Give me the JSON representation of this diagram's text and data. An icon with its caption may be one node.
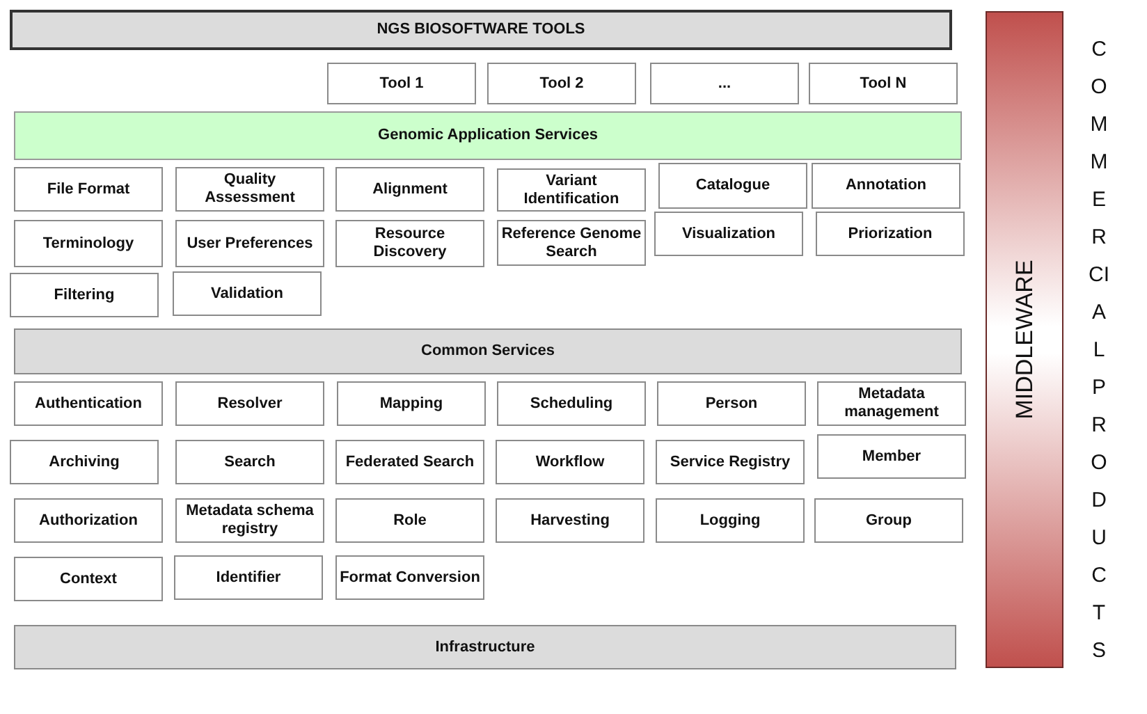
{
  "diagram": {
    "nodes": [
      {
        "text": [
          "NGS BIOSOFTWARE TOOLS"
        ]
      },
      {
        "text": [
          "Tool 1"
        ]
      },
      {
        "text": [
          "Tool 2"
        ]
      },
      {
        "text": [
          "..."
        ]
      },
      {
        "text": [
          "Tool N"
        ]
      },
      {
        "text": [
          "Genomic Application Services"
        ]
      },
      {
        "text": [
          "File Format"
        ]
      },
      {
        "text": [
          "Quality Assessment"
        ]
      },
      {
        "text": [
          "Alignment"
        ]
      },
      {
        "text": [
          "Variant Identification"
        ]
      },
      {
        "text": [
          "Catalogue"
        ]
      },
      {
        "text": [
          "Annotation"
        ]
      },
      {
        "text": [
          "Terminology"
        ]
      },
      {
        "text": [
          "User Preferences"
        ]
      },
      {
        "text": [
          "Resource Discovery"
        ]
      },
      {
        "text": [
          "Reference Genome Search"
        ]
      },
      {
        "text": [
          "Visualization"
        ]
      },
      {
        "text": [
          "Priorization"
        ]
      },
      {
        "text": [
          "Filtering"
        ]
      },
      {
        "text": [
          "Validation"
        ]
      },
      {
        "text": [
          "Common Services"
        ]
      },
      {
        "text": [
          "Authentication"
        ]
      },
      {
        "text": [
          "Resolver"
        ]
      },
      {
        "text": [
          "Mapping"
        ]
      },
      {
        "text": [
          "Scheduling"
        ]
      },
      {
        "text": [
          "Person"
        ]
      },
      {
        "text": [
          "Metadata management"
        ]
      },
      {
        "text": [
          "Archiving"
        ]
      },
      {
        "text": [
          "Search"
        ]
      },
      {
        "text": [
          "Federated Search"
        ]
      },
      {
        "text": [
          "Workflow"
        ]
      },
      {
        "text": [
          "Service Registry"
        ]
      },
      {
        "text": [
          "Member"
        ]
      },
      {
        "text": [
          "Authorization"
        ]
      },
      {
        "text": [
          "Metadata schema registry"
        ]
      },
      {
        "text": [
          "Role"
        ]
      },
      {
        "text": [
          "Harvesting"
        ]
      },
      {
        "text": [
          "Logging"
        ]
      },
      {
        "text": [
          "Group"
        ]
      },
      {
        "text": [
          "Context"
        ]
      },
      {
        "text": [
          "Identifier"
        ]
      },
      {
        "text": [
          "Format Conversion"
        ]
      },
      {
        "text": [
          "Infrastructure"
        ]
      },
      {
        "text": [
          "MIDDLEWARE"
        ]
      }
    ],
    "labels": [
      "COMMERCIAL PRODUCTS"
    ]
  }
}
